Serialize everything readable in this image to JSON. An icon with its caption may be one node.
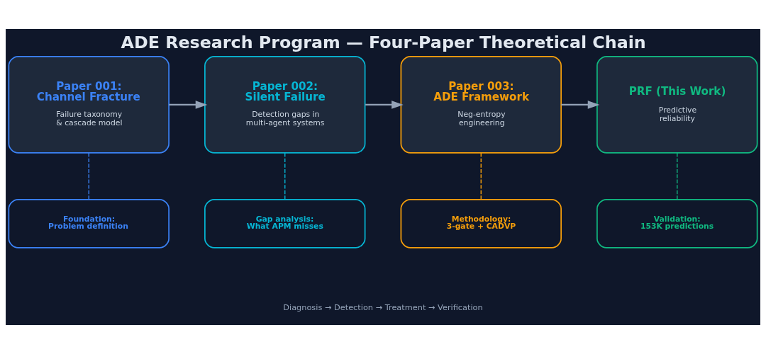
{
  "diagram": {
    "title": "ADE Research Program — Four-Paper Theoretical Chain",
    "nodes": [
      {
        "text": [
          "Paper 001: Channel Fracture",
          "Failure taxonomy & cascade model"
        ]
      },
      {
        "text": [
          "Paper 002: Silent Failure",
          "Detection gaps in multi-agent systems"
        ]
      },
      {
        "text": [
          "Paper 003: ADE Framework",
          "Neg-entropy engineering"
        ]
      },
      {
        "text": [
          "PRF (This Work)",
          "Predictive reliability"
        ]
      },
      {
        "text": [
          "Foundation: Problem definition"
        ]
      },
      {
        "text": [
          "Gap analysis: What APM misses"
        ]
      },
      {
        "text": [
          "Methodology: 3-gate + CADVP"
        ]
      },
      {
        "text": [
          "Validation: 153K predictions"
        ]
      }
    ],
    "edges": [
      {
        "from": 0,
        "to": 1,
        "arrow": "to"
      },
      {
        "from": 1,
        "to": 2,
        "arrow": "to"
      },
      {
        "from": 2,
        "to": 3,
        "arrow": "to"
      },
      {
        "from": 0,
        "to": 4,
        "arrow": "none",
        "style": "dashed",
        "color": "#3b82f6"
      },
      {
        "from": 1,
        "to": 5,
        "arrow": "none",
        "style": "dashed",
        "color": "#06b6d4"
      },
      {
        "from": 2,
        "to": 6,
        "arrow": "none",
        "style": "dashed",
        "color": "#f59e0b"
      },
      {
        "from": 3,
        "to": 7,
        "arrow": "none",
        "style": "dashed",
        "color": "#10b981"
      }
    ],
    "labels": [
      "Diagnosis → Detection → Treatment → Verification"
    ]
  }
}
